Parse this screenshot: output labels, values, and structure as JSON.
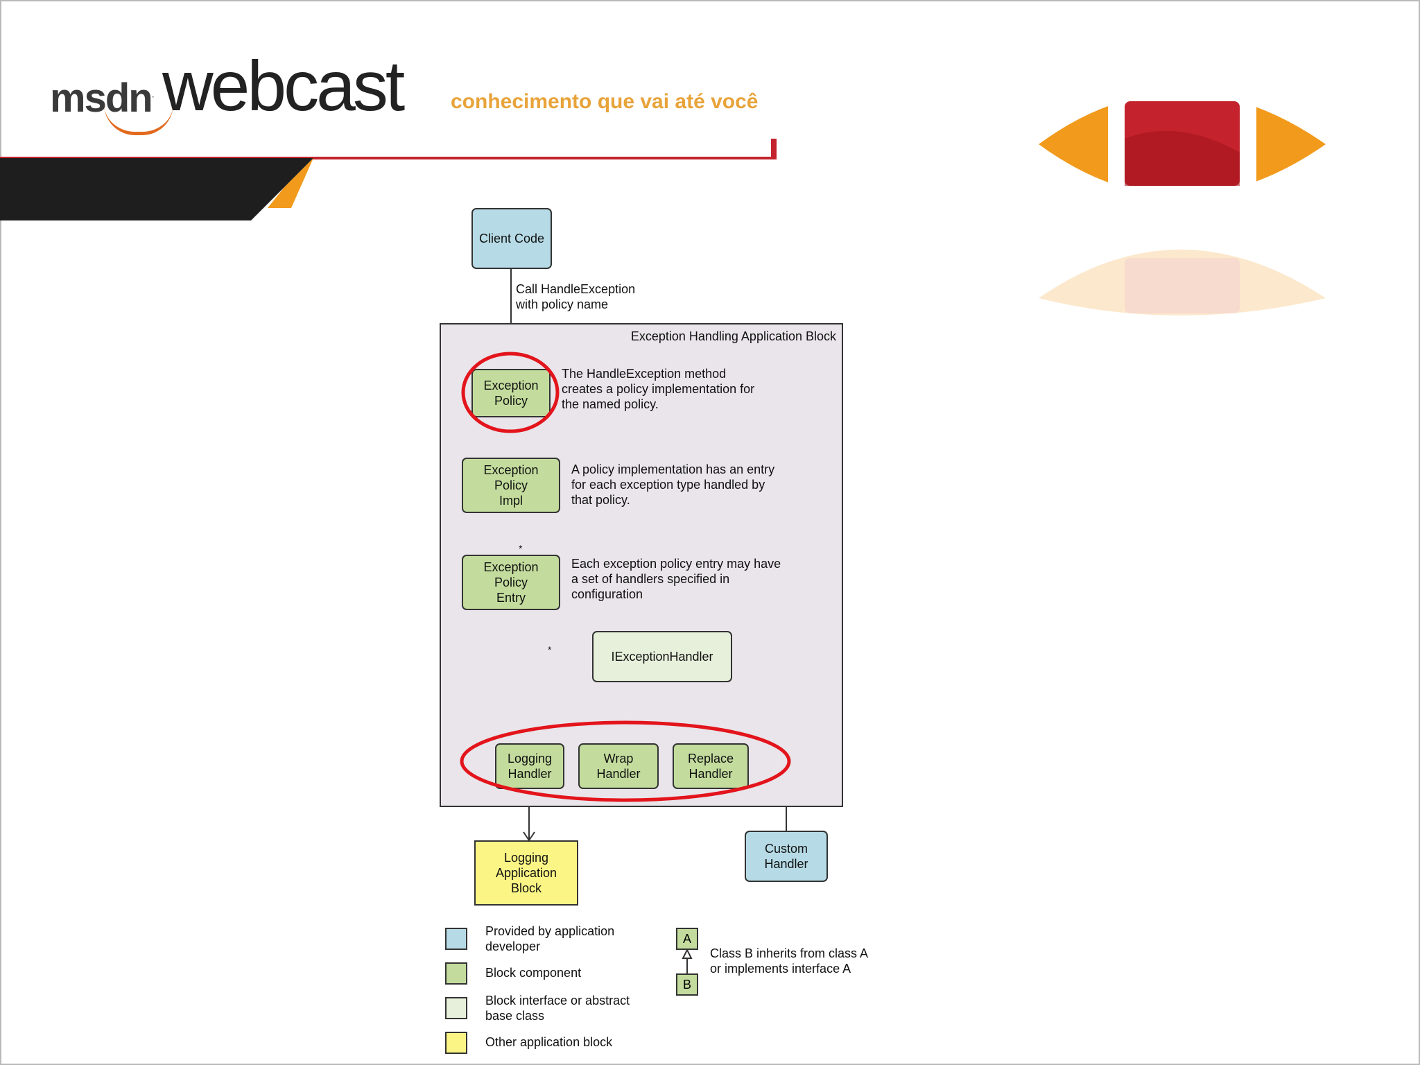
{
  "header": {
    "logo_msdn": "msdn",
    "logo_webcast": "webcast",
    "tagline": "conhecimento que vai até você"
  },
  "diagram": {
    "client_code": "Client Code",
    "call_label_1": "Call HandleException",
    "call_label_2": "with policy name",
    "container_title": "Exception Handling Application Block",
    "exception_policy": [
      "Exception",
      "Policy"
    ],
    "exception_policy_note": [
      "The HandleException method",
      "creates a policy implementation for",
      "the named policy."
    ],
    "exception_policy_impl": [
      "Exception",
      "Policy",
      "Impl"
    ],
    "impl_note": [
      "A policy implementation has an entry",
      "for each exception type handled by",
      "that policy."
    ],
    "multiplicity": "*",
    "exception_policy_entry": [
      "Exception",
      "Policy",
      "Entry"
    ],
    "entry_note": [
      "Each exception policy entry may have",
      "a set of handlers specified in",
      "configuration"
    ],
    "iexception_handler": "IExceptionHandler",
    "logging_handler": [
      "Logging",
      "Handler"
    ],
    "wrap_handler": [
      "Wrap",
      "Handler"
    ],
    "replace_handler": [
      "Replace",
      "Handler"
    ],
    "logging_application_block": [
      "Logging",
      "Application",
      "Block"
    ],
    "custom_handler": [
      "Custom",
      "Handler"
    ]
  },
  "legend": {
    "provided": [
      "Provided by application",
      "developer"
    ],
    "block_component": "Block component",
    "interface": [
      "Block interface or abstract",
      "base class"
    ],
    "other_block": "Other application block",
    "class_a": "A",
    "class_b": "B",
    "inherits": [
      "Class B inherits from class A",
      "or implements interface A"
    ]
  },
  "colors": {
    "developer": "#b6dbe6",
    "block_component": "#c3dc9d",
    "interface": "#e6f0db",
    "other_block": "#fbf586",
    "highlight": "#e3141b",
    "accent_orange": "#f29a1c",
    "accent_red": "#c4232d"
  }
}
